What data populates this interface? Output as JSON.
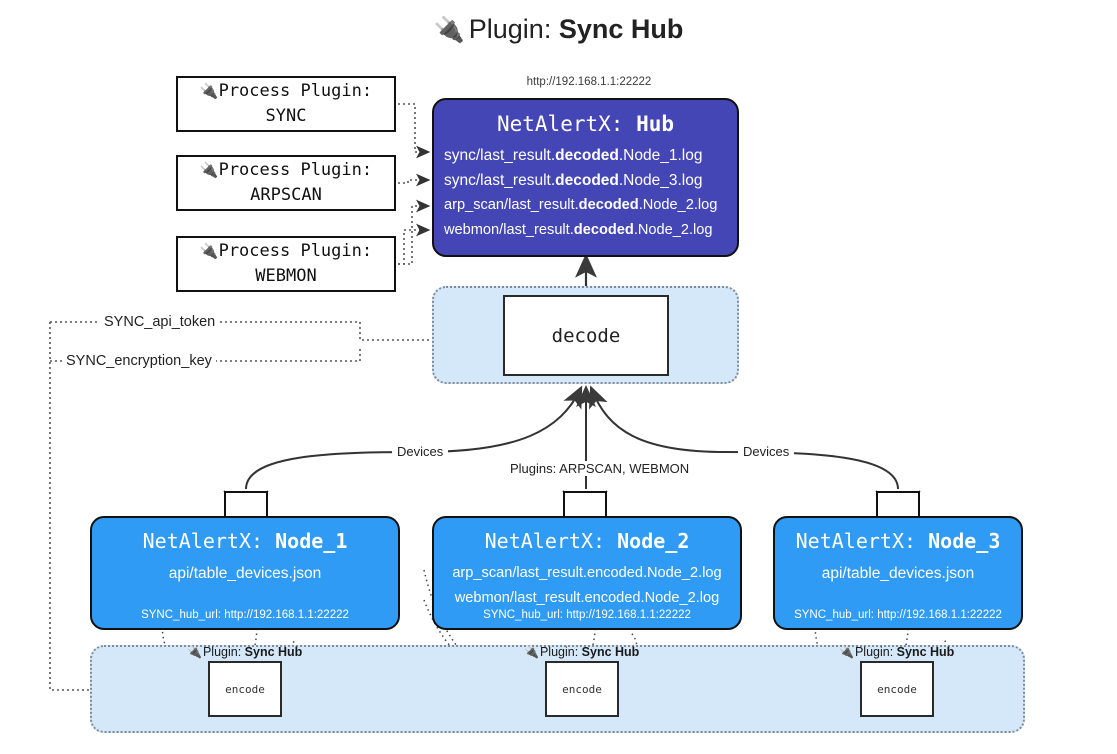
{
  "title": {
    "plug_icon": "🔌",
    "prefix": "Plugin:",
    "name": "Sync Hub"
  },
  "hub": {
    "url_label": "http://192.168.1.1:22222",
    "app": "NetAlertX:",
    "name": "Hub",
    "logs": [
      {
        "pre": "sync/last_result.",
        "em": "decoded",
        "post": ".Node_1.log"
      },
      {
        "pre": "sync/last_result.",
        "em": "decoded",
        "post": ".Node_3.log"
      },
      {
        "pre": "arp_scan/last_result.",
        "em": "decoded",
        "post": ".Node_2.log"
      },
      {
        "pre": "webmon/last_result.",
        "em": "decoded",
        "post": ".Node_2.log"
      }
    ]
  },
  "process_plugins": [
    {
      "icon": "🔌",
      "line1": "Process Plugin:",
      "line2": "SYNC"
    },
    {
      "icon": "🔌",
      "line1": "Process Plugin:",
      "line2": "ARPSCAN"
    },
    {
      "icon": "🔌",
      "line1": "Process Plugin:",
      "line2": "WEBMON"
    }
  ],
  "decode": {
    "label": "decode"
  },
  "secrets": [
    {
      "label": "SYNC_api_token"
    },
    {
      "label": "SYNC_encryption_key"
    }
  ],
  "edge_labels": {
    "devices_left": "Devices",
    "devices_right": "Devices",
    "plugins_middle": "Plugins: ARPSCAN, WEBMON"
  },
  "nodes": [
    {
      "app": "NetAlertX:",
      "name": "Node_1",
      "files": [
        "api/table_devices.json"
      ],
      "hub_url": "SYNC_hub_url: http://192.168.1.1:22222"
    },
    {
      "app": "NetAlertX:",
      "name": "Node_2",
      "files": [
        "arp_scan/last_result.encoded.Node_2.log",
        "webmon/last_result.encoded.Node_2.log"
      ],
      "hub_url": "SYNC_hub_url: http://192.168.1.1:22222"
    },
    {
      "app": "NetAlertX:",
      "name": "Node_3",
      "files": [
        "api/table_devices.json"
      ],
      "hub_url": "SYNC_hub_url: http://192.168.1.1:22222"
    }
  ],
  "encoders": [
    {
      "plugin_icon": "🔌",
      "plugin_prefix": "Plugin:",
      "plugin_name": "Sync Hub",
      "label": "encode"
    },
    {
      "plugin_icon": "🔌",
      "plugin_prefix": "Plugin:",
      "plugin_name": "Sync Hub",
      "label": "encode"
    },
    {
      "plugin_icon": "🔌",
      "plugin_prefix": "Plugin:",
      "plugin_name": "Sync Hub",
      "label": "encode"
    }
  ],
  "colors": {
    "hub_fill": "#4446b5",
    "node_fill": "#2f9bf4",
    "band_fill": "#d4e8f9",
    "stroke": "#111111",
    "dotted_stroke": "#7f8c99"
  }
}
